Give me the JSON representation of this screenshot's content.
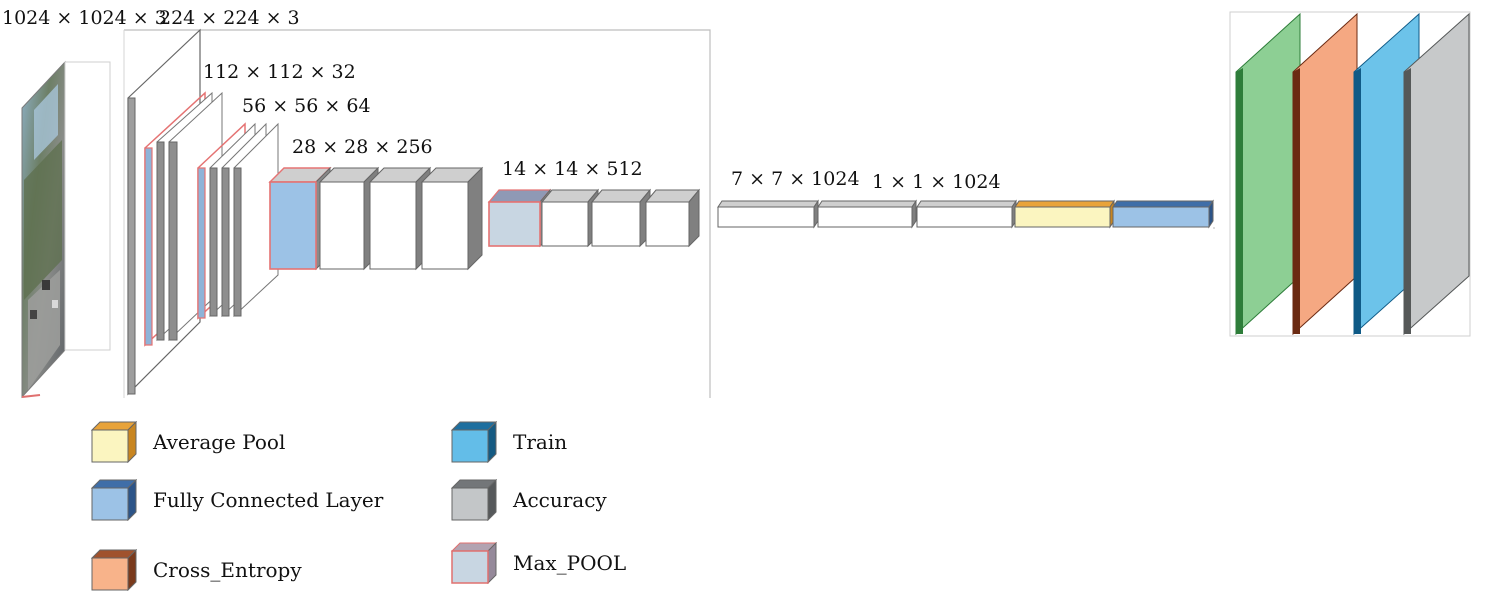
{
  "dimension_labels": {
    "input": "1024 × 1024 × 3",
    "resized": "224 × 224 × 3",
    "stage1": "112 × 112 × 32",
    "stage2": "56 × 56 × 64",
    "stage3": "28 × 28 × 256",
    "stage4": "14 × 14 × 512",
    "stage5": "7 × 7 × 1024",
    "stage6": "1 × 1 × 1024"
  },
  "legend": [
    {
      "key": "average_pool",
      "label": "Average Pool",
      "front": "#fbf5c0",
      "top": "#e8a33a",
      "side": "#c88520"
    },
    {
      "key": "fully_connected",
      "label": "Fully Connected Layer",
      "front": "#9cc2e6",
      "top": "#3f6ea8",
      "side": "#2c5488"
    },
    {
      "key": "cross_entropy",
      "label": "Cross_Entropy",
      "front": "#f8b38a",
      "top": "#a0522d",
      "side": "#7a3a1c"
    },
    {
      "key": "train",
      "label": "Train",
      "front": "#63bde8",
      "top": "#1e6f9f",
      "side": "#155a82"
    },
    {
      "key": "accuracy",
      "label": "Accuracy",
      "front": "#c3c6c8",
      "top": "#737679",
      "side": "#56595b"
    },
    {
      "key": "max_pool",
      "label": "Max_POOL",
      "front": "#c8d6e2",
      "top": "#b2a3b1",
      "side": "#95899a",
      "outline": "#e0706f"
    }
  ],
  "colors": {
    "layer_face": "#ffffff",
    "layer_top": "#c9c9c9",
    "layer_side": "#7a7a7a",
    "layer_edge": "#555555",
    "maxpool_border": "#e57373",
    "output_green": "#8dcf94",
    "output_green_edge": "#2e7d3a",
    "output_orange": "#f5a882",
    "output_orange_edge": "#6b2a12",
    "output_blue": "#6cc3ea",
    "output_blue_edge": "#0f5a86",
    "output_gray": "#c7c9ca",
    "output_gray_edge": "#555858"
  }
}
